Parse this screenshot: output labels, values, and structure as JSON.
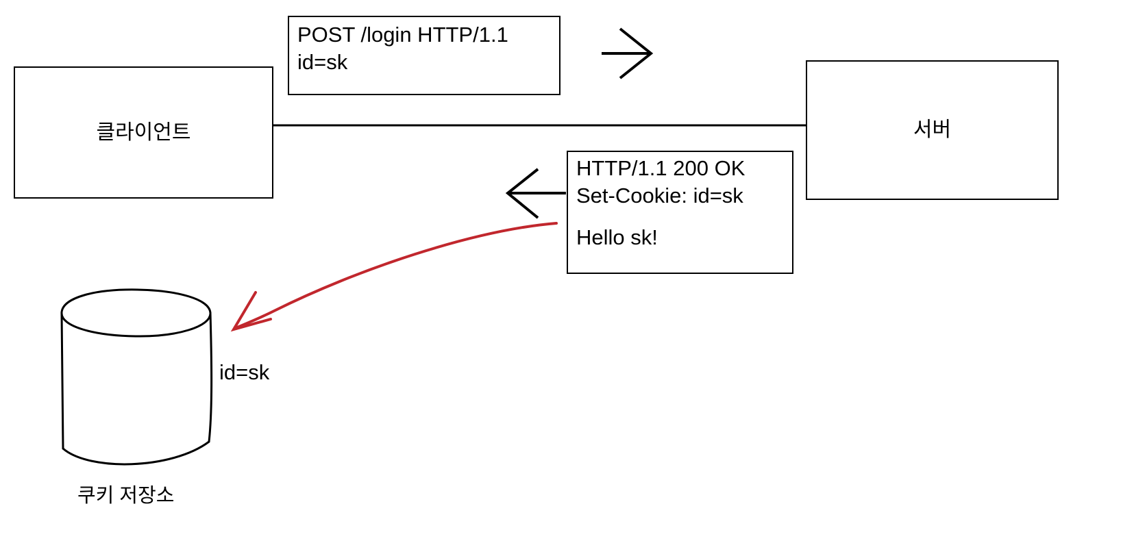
{
  "diagram": {
    "title": "HTTP cookie set flow",
    "colors": {
      "stroke": "#000000",
      "highlight": "#c1272d",
      "background": "#ffffff"
    },
    "nodes": {
      "client": {
        "label": "클라이언트"
      },
      "server": {
        "label": "서버"
      },
      "cookie_store": {
        "label": "쿠키 저장소",
        "value": "id=sk"
      }
    },
    "messages": {
      "request": {
        "lines": [
          "POST /login HTTP/1.1",
          "id=sk"
        ]
      },
      "response": {
        "line1": "HTTP/1.1 200 OK",
        "line2": "Set-Cookie: id=sk",
        "line3": "",
        "line4": "Hello sk!"
      }
    },
    "arrows": {
      "request_direction": "right-arrow",
      "response_direction": "left-arrow",
      "store_direction": "curved-arrow-to-cookie-store"
    }
  }
}
